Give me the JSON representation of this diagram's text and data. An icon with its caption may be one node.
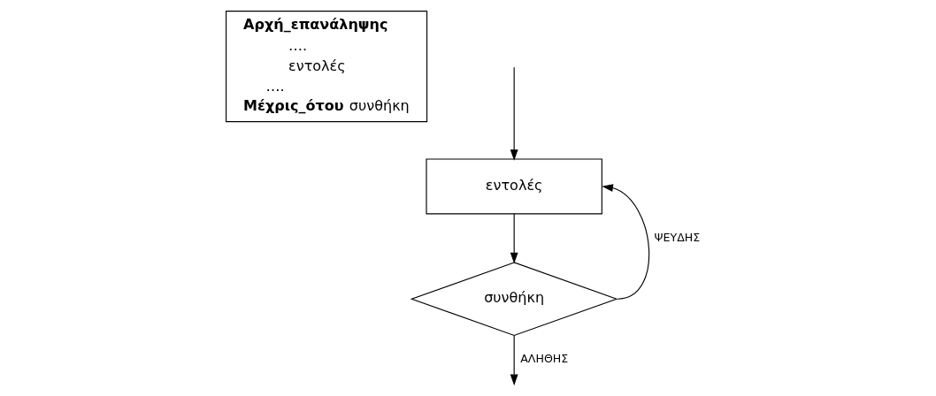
{
  "diagram": {
    "nodes": [
      {
        "text": [
          "Αρχή_επανάληψης",
          "….",
          "εντολές",
          "….",
          "**Μέχρις_ότου** συνθήκη"
        ]
      },
      {
        "text": [
          "εντολές"
        ]
      },
      {
        "text": [
          "συνθήκη"
        ]
      }
    ],
    "edges": [
      {
        "from": null,
        "to": 1,
        "arrow": "to"
      },
      {
        "from": 1,
        "to": 2,
        "arrow": "to"
      },
      {
        "from": 2,
        "to": 1,
        "arrow": "to",
        "label": "ΨΕΥΔΗΣ"
      },
      {
        "from": 2,
        "to": null,
        "arrow": "to",
        "label": "ΑΛΗΘΗΣ"
      }
    ]
  }
}
